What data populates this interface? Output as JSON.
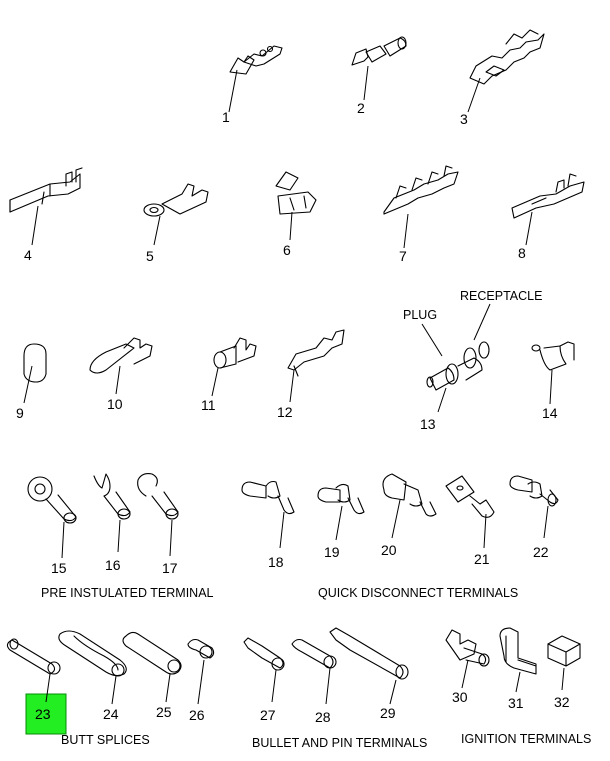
{
  "parts": [
    {
      "id": "part-1",
      "number": "1"
    },
    {
      "id": "part-2",
      "number": "2"
    },
    {
      "id": "part-3",
      "number": "3"
    },
    {
      "id": "part-4",
      "number": "4"
    },
    {
      "id": "part-5",
      "number": "5"
    },
    {
      "id": "part-6",
      "number": "6"
    },
    {
      "id": "part-7",
      "number": "7"
    },
    {
      "id": "part-8",
      "number": "8"
    },
    {
      "id": "part-9",
      "number": "9"
    },
    {
      "id": "part-10",
      "number": "10"
    },
    {
      "id": "part-11",
      "number": "11"
    },
    {
      "id": "part-12",
      "number": "12"
    },
    {
      "id": "part-13",
      "number": "13"
    },
    {
      "id": "part-14",
      "number": "14"
    },
    {
      "id": "part-15",
      "number": "15"
    },
    {
      "id": "part-16",
      "number": "16"
    },
    {
      "id": "part-17",
      "number": "17"
    },
    {
      "id": "part-18",
      "number": "18"
    },
    {
      "id": "part-19",
      "number": "19"
    },
    {
      "id": "part-20",
      "number": "20"
    },
    {
      "id": "part-21",
      "number": "21"
    },
    {
      "id": "part-22",
      "number": "22"
    },
    {
      "id": "part-23",
      "number": "23",
      "highlighted": true
    },
    {
      "id": "part-24",
      "number": "24"
    },
    {
      "id": "part-25",
      "number": "25"
    },
    {
      "id": "part-26",
      "number": "26"
    },
    {
      "id": "part-27",
      "number": "27"
    },
    {
      "id": "part-28",
      "number": "28"
    },
    {
      "id": "part-29",
      "number": "29"
    },
    {
      "id": "part-30",
      "number": "30"
    },
    {
      "id": "part-31",
      "number": "31"
    },
    {
      "id": "part-32",
      "number": "32"
    }
  ],
  "callouts": {
    "plug": "PLUG",
    "receptacle": "RECEPTACLE"
  },
  "group_labels": {
    "pre_insulated": "PRE INSTULATED TERMINAL",
    "quick_disconnect": "QUICK DISCONNECT TERMINALS",
    "butt_splices": "BUTT SPLICES",
    "bullet_pin": "BULLET AND PIN TERMINALS",
    "ignition": "IGNITION TERMINALS"
  },
  "colors": {
    "highlight": "#22ee22",
    "line": "#000000",
    "background": "#ffffff"
  }
}
